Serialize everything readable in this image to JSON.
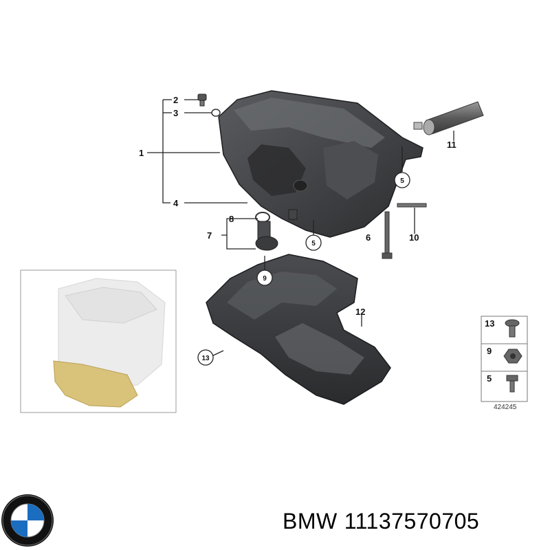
{
  "callouts": {
    "c1": "1",
    "c2": "2",
    "c3": "3",
    "c4": "4",
    "c5a": "5",
    "c5b": "5",
    "c6": "6",
    "c7": "7",
    "c8": "8",
    "c9": "9",
    "c10": "10",
    "c11": "11",
    "c12": "12",
    "c13": "13"
  },
  "legend": {
    "l13": "13",
    "l9": "9",
    "l5": "5",
    "diagram_number": "424245"
  },
  "footer": {
    "brand": "BMW",
    "part_number": "11137570705"
  },
  "colors": {
    "part_dark": "#3a3b3d",
    "part_mid": "#55575a",
    "highlight": "#d9c27a"
  },
  "icons": {
    "logo": "bmw-logo-icon"
  }
}
